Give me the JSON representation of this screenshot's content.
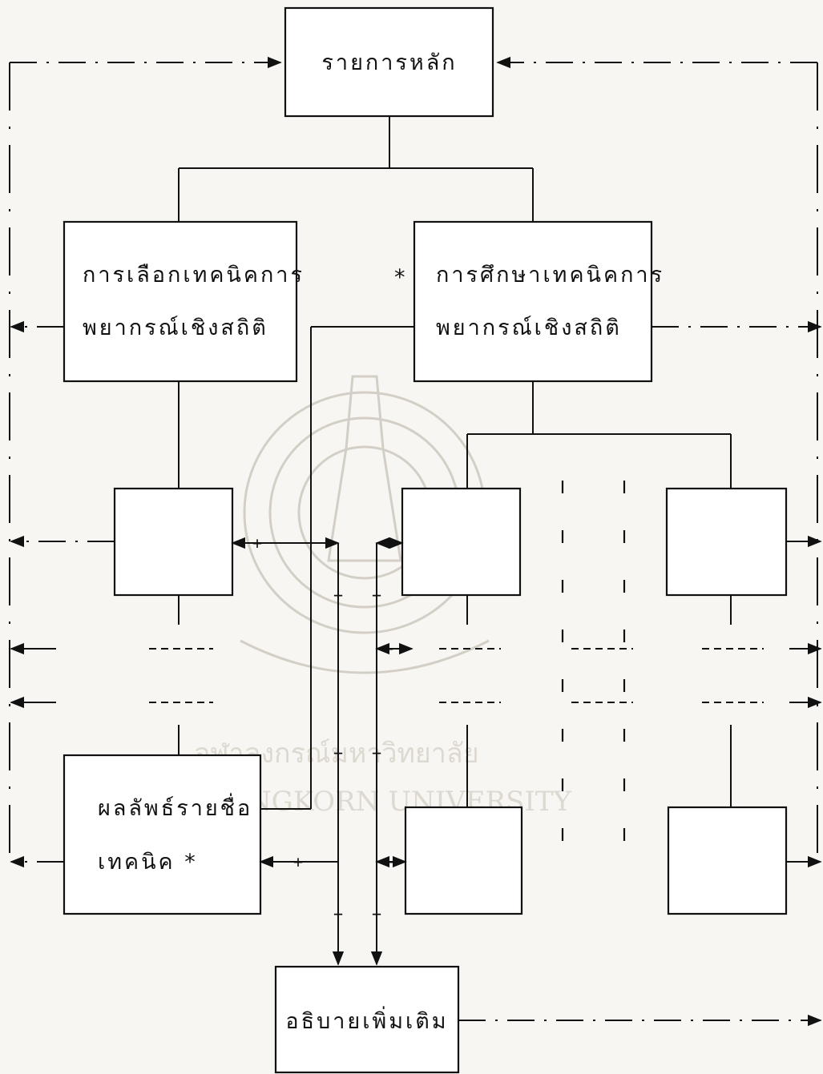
{
  "nodes": {
    "main_menu": "รายการหลัก",
    "select_technique_line1": "การเลือกเทคนิคการ",
    "select_technique_line2": "พยากรณ์เชิงสถิติ",
    "study_technique_line1": "การศึกษาเทคนิคการ",
    "study_technique_line2": "พยากรณ์เชิงสถิติ",
    "study_marker": "*",
    "result_line1": "ผลลัพธ์รายชื่อ",
    "result_line2": "เทคนิค *",
    "more_info": "อธิบายเพิ่มเติม"
  },
  "markers": {
    "plus": "+"
  },
  "watermark": {
    "thai": "จุฬาลงกรณ์มหาวิทยาลัย",
    "english": "CHULALONGKORN UNIVERSITY"
  }
}
